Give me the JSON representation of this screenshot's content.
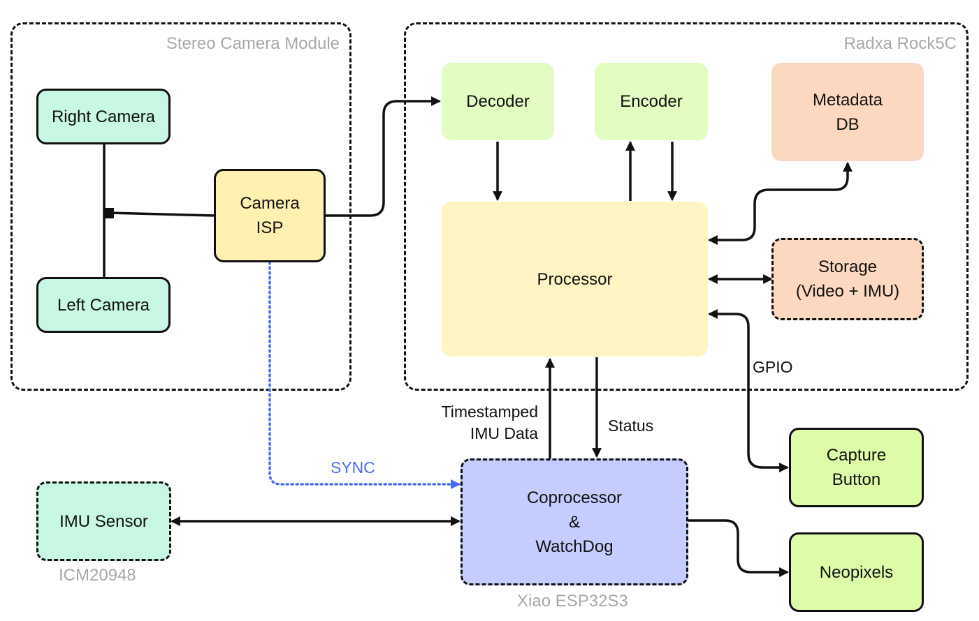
{
  "groups": {
    "stereo": "Stereo Camera Module",
    "radxa": "Radxa Rock5C",
    "imu_part": "ICM20948",
    "xiao": "Xiao ESP32S3"
  },
  "nodes": {
    "right_camera": "Right Camera",
    "left_camera": "Left Camera",
    "camera_isp_1": "Camera",
    "camera_isp_2": "ISP",
    "decoder": "Decoder",
    "encoder": "Encoder",
    "metadata_1": "Metadata",
    "metadata_2": "DB",
    "processor": "Processor",
    "storage_1": "Storage",
    "storage_2": "(Video + IMU)",
    "capture_1": "Capture",
    "capture_2": "Button",
    "neopixels": "Neopixels",
    "imu_sensor": "IMU Sensor",
    "coproc_1": "Coprocessor",
    "coproc_2": "&",
    "coproc_3": "WatchDog"
  },
  "edges": {
    "gpio": "GPIO",
    "timestamped_1": "Timestamped",
    "timestamped_2": "IMU Data",
    "status": "Status",
    "sync": "SYNC"
  },
  "colors": {
    "camera_fill": "#c8f7e4",
    "isp_fill": "#fdf0b0",
    "codec_fill": "#e3fcc2",
    "db_fill": "#fdd8c0",
    "processor_fill": "#fef4c4",
    "button_fill": "#dcfca8",
    "coproc_fill": "#c4cdfd",
    "sync_line": "#4a6cf0",
    "group_label": "#a8a8a8"
  }
}
